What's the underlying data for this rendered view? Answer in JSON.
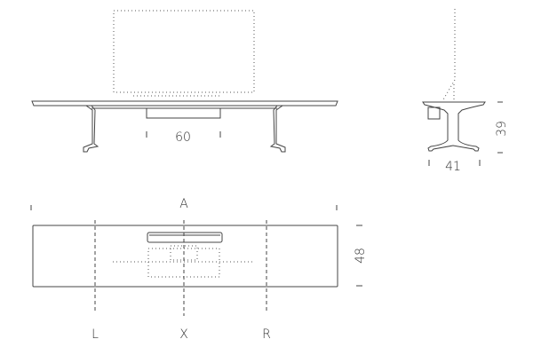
{
  "front_view": {
    "width_label": "60"
  },
  "side_view": {
    "height_label": "39",
    "depth_label": "41"
  },
  "plan_view": {
    "length_label": "A",
    "depth_label": "48",
    "left_axis_label": "L",
    "center_axis_label": "X",
    "right_axis_label": "R"
  }
}
